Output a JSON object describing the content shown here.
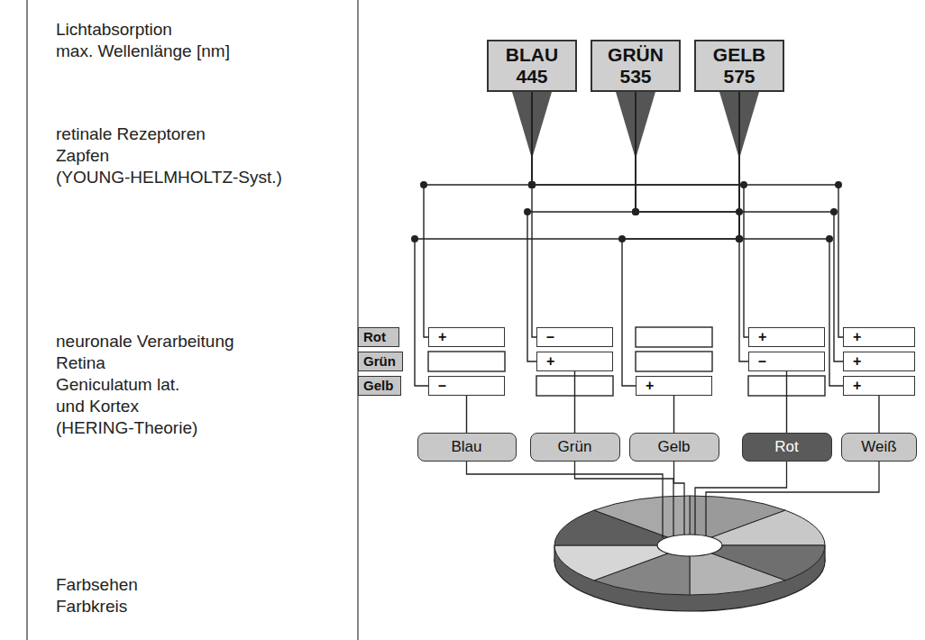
{
  "diagram": {
    "nodes": [
      {
        "text": [
          "BLAU",
          "445"
        ]
      },
      {
        "text": [
          "GRÜN",
          "535"
        ]
      },
      {
        "text": [
          "GELB",
          "575"
        ]
      },
      {
        "text": [
          "Rot"
        ]
      },
      {
        "text": [
          "+"
        ]
      },
      {
        "text": [
          "–"
        ]
      },
      {
        "text": [
          "+"
        ]
      },
      {
        "text": [
          "+"
        ]
      },
      {
        "text": [
          "Grün"
        ]
      },
      {
        "text": [
          "+"
        ]
      },
      {
        "text": [
          "–"
        ]
      },
      {
        "text": [
          "+"
        ]
      },
      {
        "text": [
          "Gelb"
        ]
      },
      {
        "text": [
          "–"
        ]
      },
      {
        "text": [
          "+"
        ]
      },
      {
        "text": [
          "+"
        ]
      },
      {
        "text": [
          "Blau"
        ]
      },
      {
        "text": [
          "Grün"
        ]
      },
      {
        "text": [
          "Gelb"
        ]
      },
      {
        "text": [
          "Rot"
        ]
      },
      {
        "text": [
          "Weiß"
        ]
      }
    ],
    "edges": [
      {
        "from": 0,
        "to": 4,
        "arrow": "none"
      },
      {
        "from": 0,
        "to": 5,
        "arrow": "none"
      },
      {
        "from": 0,
        "to": 6,
        "arrow": "none"
      },
      {
        "from": 0,
        "to": 7,
        "arrow": "none"
      },
      {
        "from": 1,
        "to": 9,
        "arrow": "none"
      },
      {
        "from": 1,
        "to": 10,
        "arrow": "none"
      },
      {
        "from": 1,
        "to": 11,
        "arrow": "none"
      },
      {
        "from": 2,
        "to": 13,
        "arrow": "none"
      },
      {
        "from": 2,
        "to": 14,
        "arrow": "none"
      },
      {
        "from": 2,
        "to": 15,
        "arrow": "none"
      },
      {
        "from": 13,
        "to": 16,
        "arrow": "none"
      },
      {
        "from": 9,
        "to": 17,
        "arrow": "none"
      },
      {
        "from": 14,
        "to": 18,
        "arrow": "none"
      },
      {
        "from": 10,
        "to": 19,
        "arrow": "none"
      },
      {
        "from": 15,
        "to": 20,
        "arrow": "none"
      }
    ],
    "labels": [
      "Lichtabsorption",
      "max. Wellenlänge [nm]",
      "retinale Rezeptoren",
      "Zapfen",
      "(YOUNG-HELMHOLTZ-Syst.)",
      "neuronale Verarbeitung",
      "Retina",
      "Geniculatum lat.",
      "und Kortex",
      "(HERING-Theorie)",
      "Farbsehen",
      "Farbkreis"
    ]
  }
}
